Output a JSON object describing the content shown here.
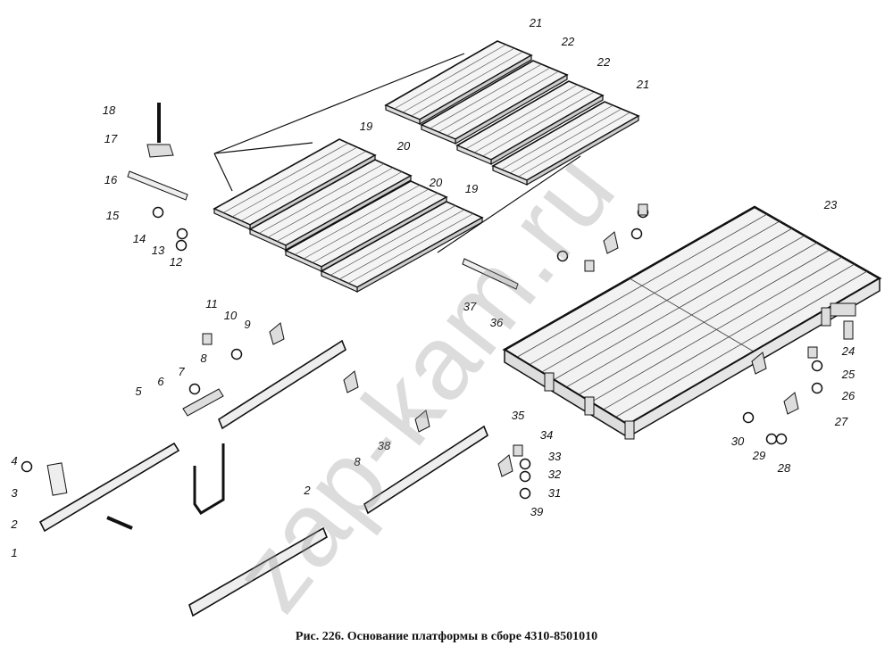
{
  "caption": "Рис. 226. Основание платформы в сборе 4310-8501010",
  "watermark": "zap-kam.ru",
  "labels": [
    "21",
    "22",
    "22",
    "21",
    "19",
    "20",
    "20",
    "19",
    "18",
    "17",
    "16",
    "15",
    "14",
    "13",
    "12",
    "23",
    "11",
    "10",
    "9",
    "8",
    "7",
    "6",
    "5",
    "37",
    "36",
    "24",
    "25",
    "26",
    "27",
    "30",
    "29",
    "28",
    "35",
    "34",
    "33",
    "32",
    "31",
    "39",
    "38",
    "8",
    "4",
    "3",
    "2",
    "1",
    "2"
  ],
  "colors": {
    "ink": "#111111",
    "board": "#f4f4f4",
    "watermark": "#969696"
  }
}
